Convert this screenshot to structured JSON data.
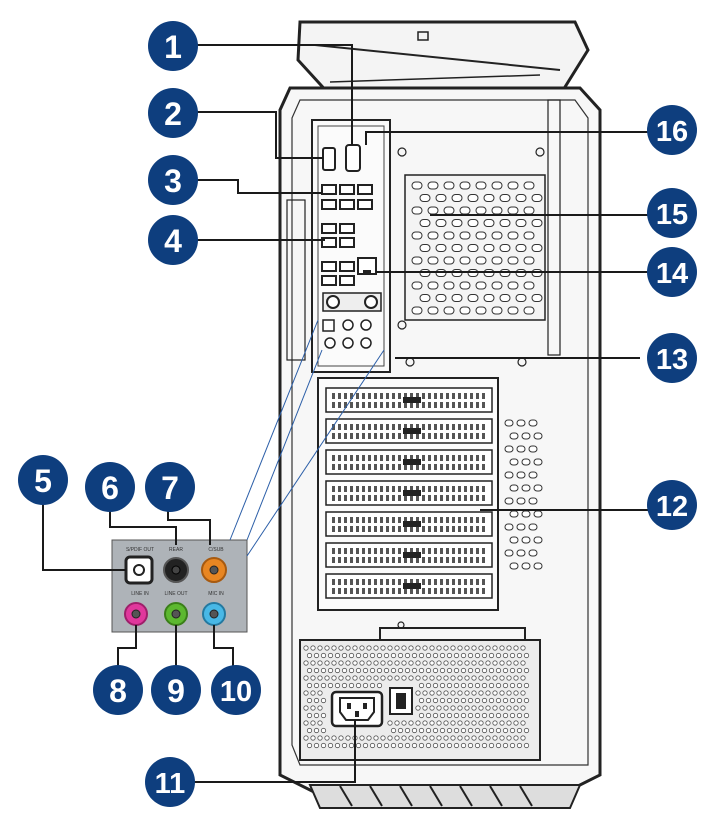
{
  "diagram": {
    "colors": {
      "badge": "#0e3e7e",
      "line": "#1a1a1a",
      "callout_line": "#2c5fa8",
      "case_fill": "#f6f6f6",
      "panel_fill": "#aeb3b8",
      "jack_pink": "#e0389c",
      "jack_green": "#5cb82f",
      "jack_blue": "#48b8e6",
      "jack_orange": "#e88622",
      "jack_black": "#222222"
    },
    "callouts": [
      {
        "id": "1",
        "label": "1"
      },
      {
        "id": "2",
        "label": "2"
      },
      {
        "id": "3",
        "label": "3"
      },
      {
        "id": "4",
        "label": "4"
      },
      {
        "id": "5",
        "label": "5"
      },
      {
        "id": "6",
        "label": "6"
      },
      {
        "id": "7",
        "label": "7"
      },
      {
        "id": "8",
        "label": "8"
      },
      {
        "id": "9",
        "label": "9"
      },
      {
        "id": "10",
        "label": "10"
      },
      {
        "id": "11",
        "label": "11"
      },
      {
        "id": "12",
        "label": "12"
      },
      {
        "id": "13",
        "label": "13"
      },
      {
        "id": "14",
        "label": "14"
      },
      {
        "id": "15",
        "label": "15"
      },
      {
        "id": "16",
        "label": "16"
      }
    ],
    "audio_panel": {
      "top_labels": [
        "S/PDIF OUT",
        "REAR",
        "C/SUB"
      ],
      "bottom_labels": [
        "LINE IN",
        "LINE OUT",
        "MIC IN"
      ]
    }
  }
}
